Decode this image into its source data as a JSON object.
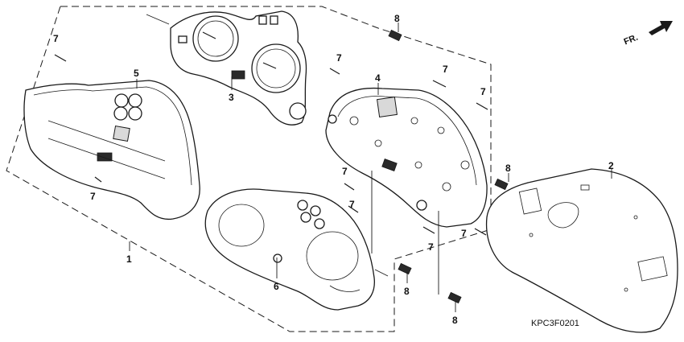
{
  "diagram": {
    "drawing_code": "KPC3F0201",
    "direction_label": "FR.",
    "callouts": [
      {
        "id": "c1",
        "label": "1"
      },
      {
        "id": "c2",
        "label": "2"
      },
      {
        "id": "c3",
        "label": "3"
      },
      {
        "id": "c4",
        "label": "4"
      },
      {
        "id": "c5",
        "label": "5"
      },
      {
        "id": "c6",
        "label": "6"
      },
      {
        "id": "c7a",
        "label": "7"
      },
      {
        "id": "c7b",
        "label": "7"
      },
      {
        "id": "c7c",
        "label": "7"
      },
      {
        "id": "c7d",
        "label": "7"
      },
      {
        "id": "c7e",
        "label": "7"
      },
      {
        "id": "c7f",
        "label": "7"
      },
      {
        "id": "c7g",
        "label": "7"
      },
      {
        "id": "c7h",
        "label": "7"
      },
      {
        "id": "c7i",
        "label": "7"
      },
      {
        "id": "c8a",
        "label": "8"
      },
      {
        "id": "c8b",
        "label": "8"
      },
      {
        "id": "c8c",
        "label": "8"
      },
      {
        "id": "c8d",
        "label": "8"
      }
    ]
  }
}
